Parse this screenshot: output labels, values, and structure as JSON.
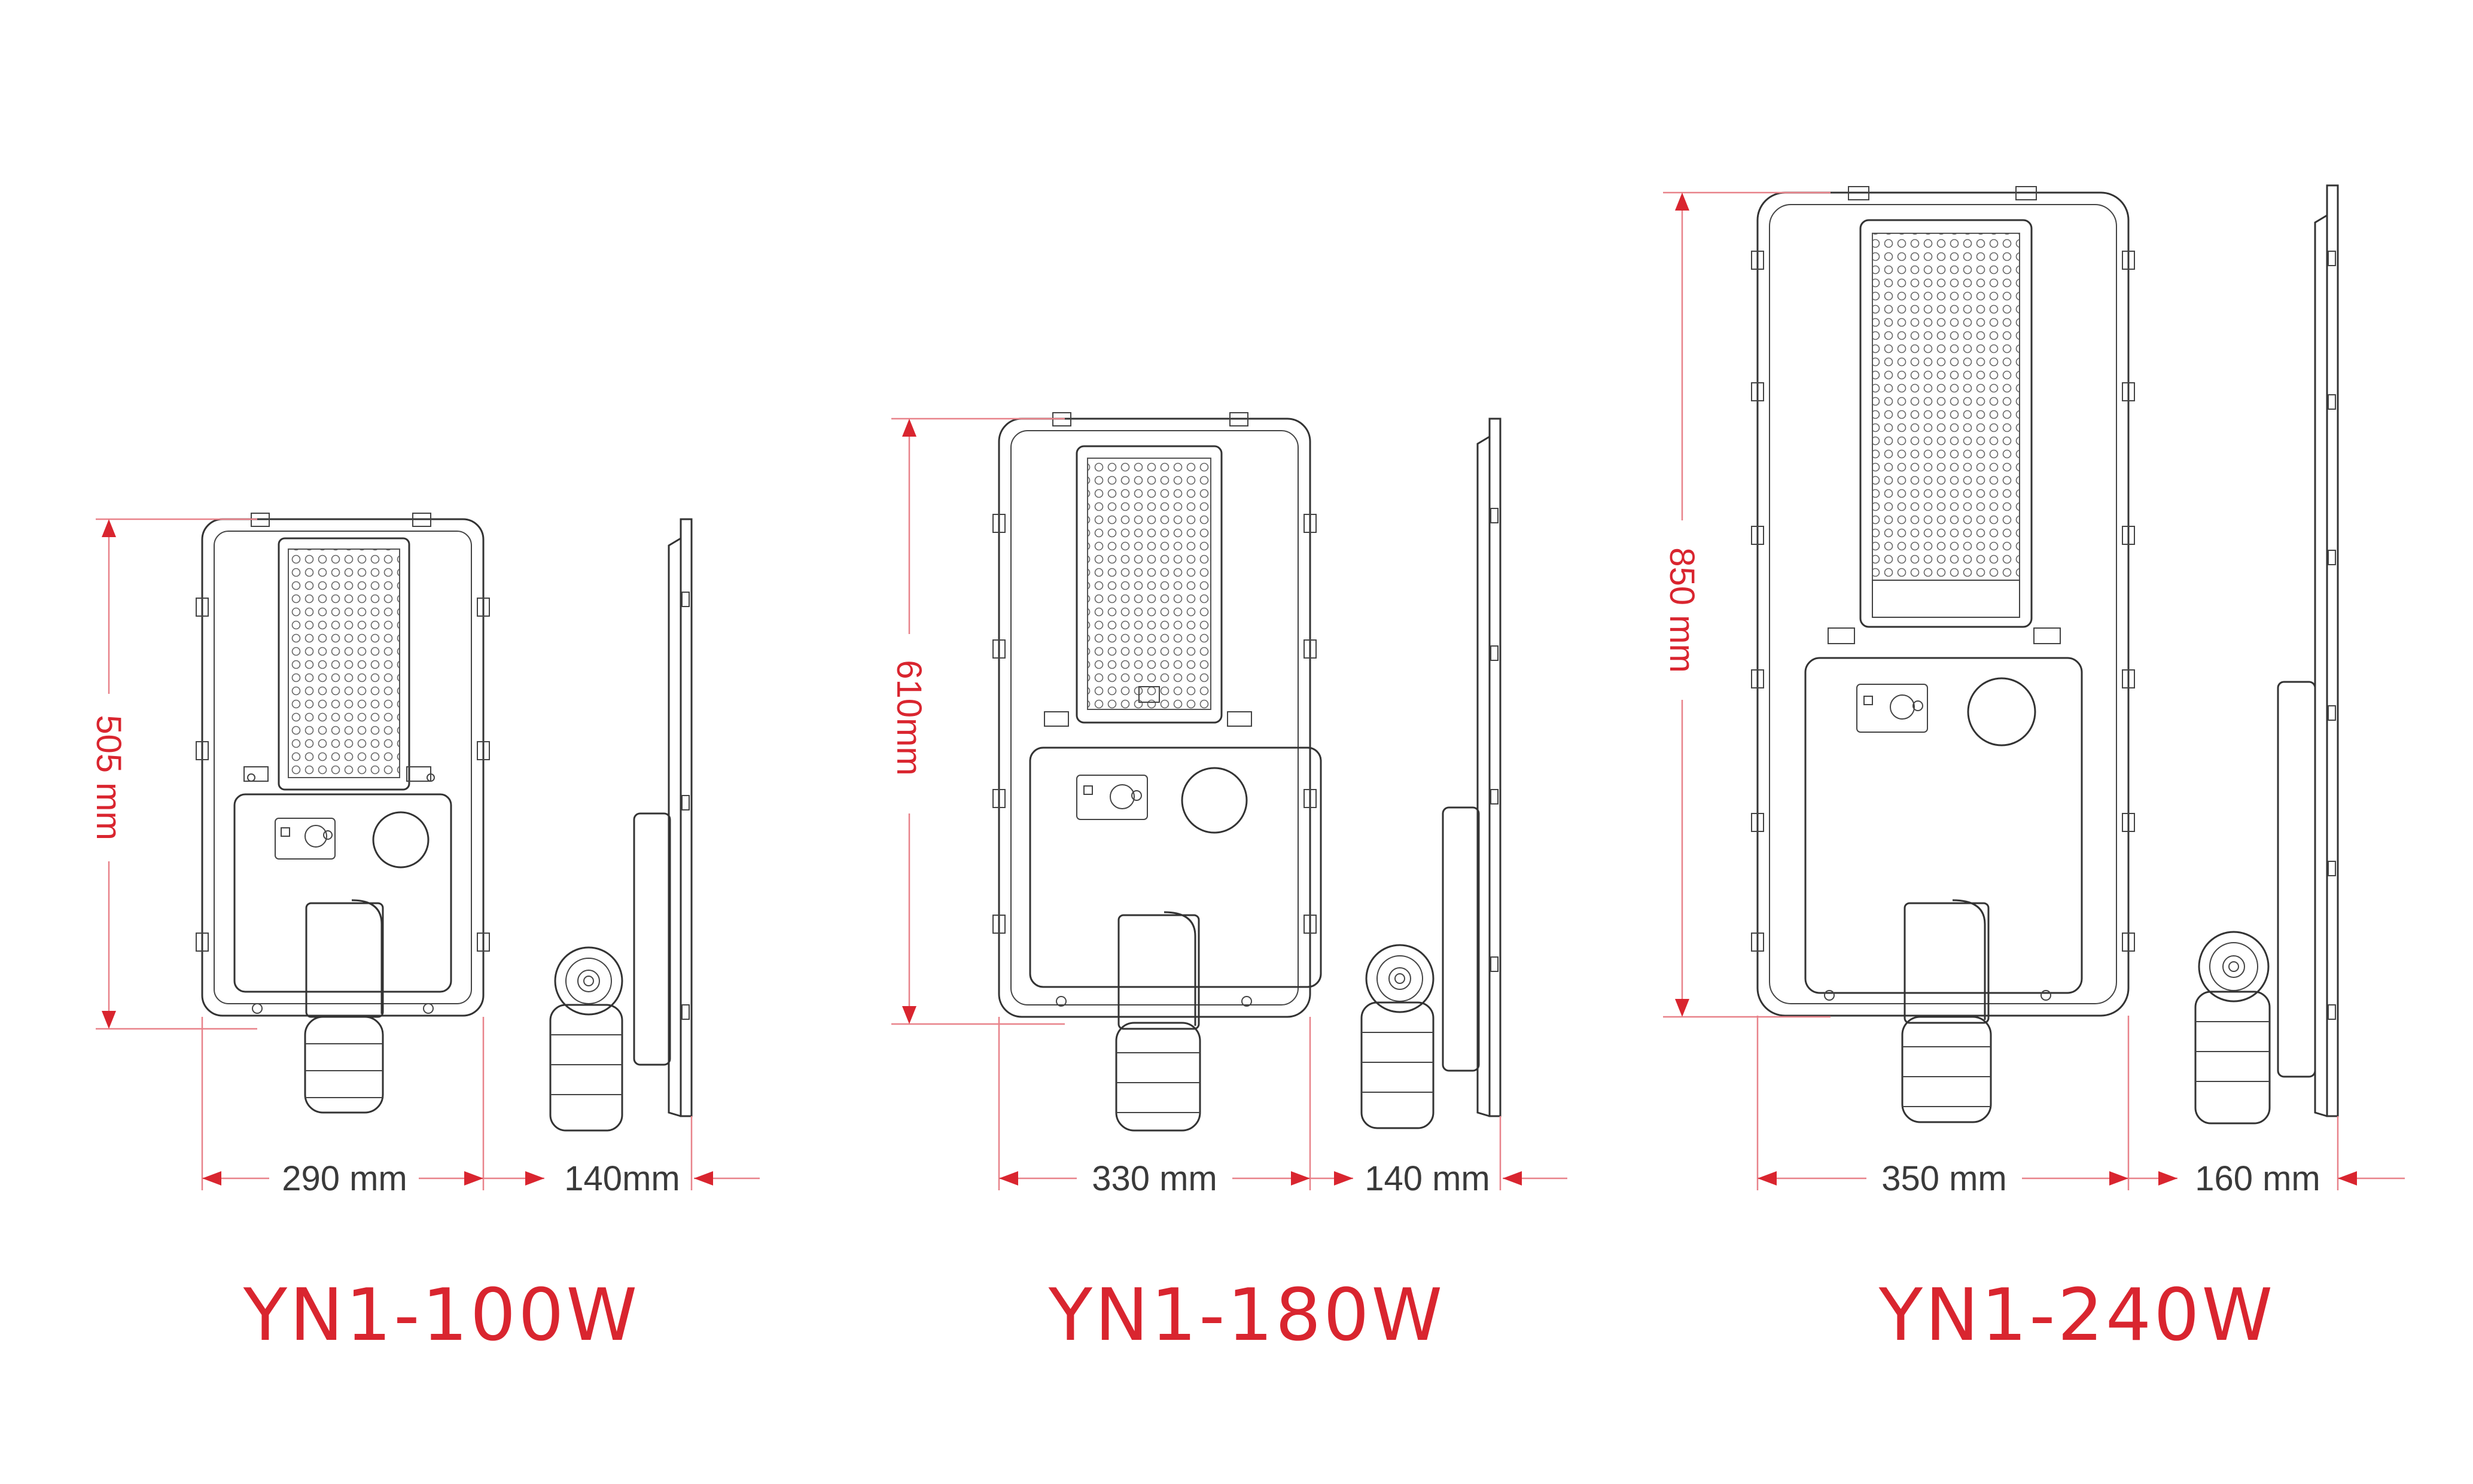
{
  "products": [
    {
      "model": "YN1-100W",
      "height_label": "505 mm",
      "width_label": "290 mm",
      "depth_label": "140mm",
      "height_mm": 505,
      "width_mm": 290,
      "depth_mm": 140
    },
    {
      "model": "YN1-180W",
      "height_label": "610mm",
      "width_label": "330 mm",
      "depth_label": "140 mm",
      "height_mm": 610,
      "width_mm": 330,
      "depth_mm": 140
    },
    {
      "model": "YN1-240W",
      "height_label": "850 mm",
      "width_label": "350 mm",
      "depth_label": "160 mm",
      "height_mm": 850,
      "width_mm": 350,
      "depth_mm": 160
    }
  ],
  "colors": {
    "accent": "#d9252f",
    "dimension_line": "#e8828a",
    "drawing_line": "#333333",
    "background": "#ffffff"
  }
}
